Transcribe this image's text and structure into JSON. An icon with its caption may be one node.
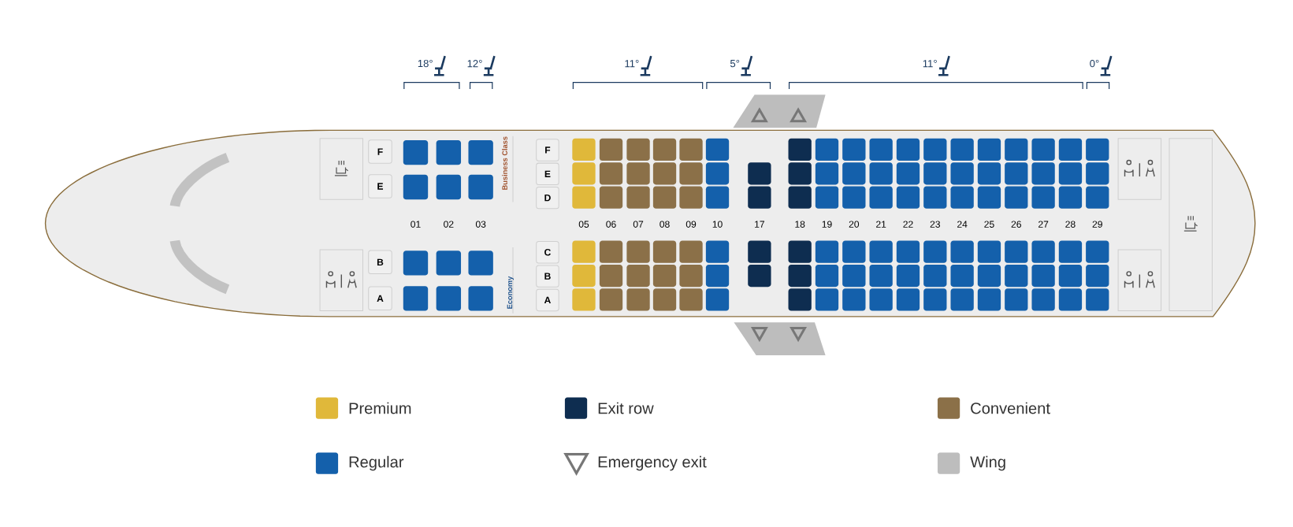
{
  "diagram": {
    "nodes": [
      {
        "text": [
          "F"
        ]
      },
      {
        "text": [
          "E"
        ]
      },
      {
        "text": [
          "B"
        ]
      },
      {
        "text": [
          "A"
        ]
      },
      {
        "text": [
          "F"
        ]
      },
      {
        "text": [
          "E"
        ]
      },
      {
        "text": [
          "D"
        ]
      },
      {
        "text": [
          "C"
        ]
      },
      {
        "text": [
          "B"
        ]
      },
      {
        "text": [
          "A"
        ]
      }
    ],
    "labels": [
      "18°",
      "12°",
      "11°",
      "5°",
      "11°",
      "0°",
      "Business Class",
      "01",
      "02",
      "03",
      "05",
      "06",
      "07",
      "08",
      "09",
      "10",
      "17",
      "18",
      "19",
      "20",
      "21",
      "22",
      "23",
      "24",
      "25",
      "26",
      "27",
      "28",
      "29",
      "Economy"
    ],
    "legend": [
      {
        "text": "Premium",
        "color": "#e0b83a"
      },
      {
        "text": "Exit row",
        "color": "#0e2d50"
      },
      {
        "text": "Convenient",
        "color": "#8b7048"
      },
      {
        "text": "Regular",
        "color": "#1460ab"
      },
      {
        "text": "Emergency exit"
      },
      {
        "text": "Wing",
        "color": "#bdbdbd"
      }
    ]
  }
}
